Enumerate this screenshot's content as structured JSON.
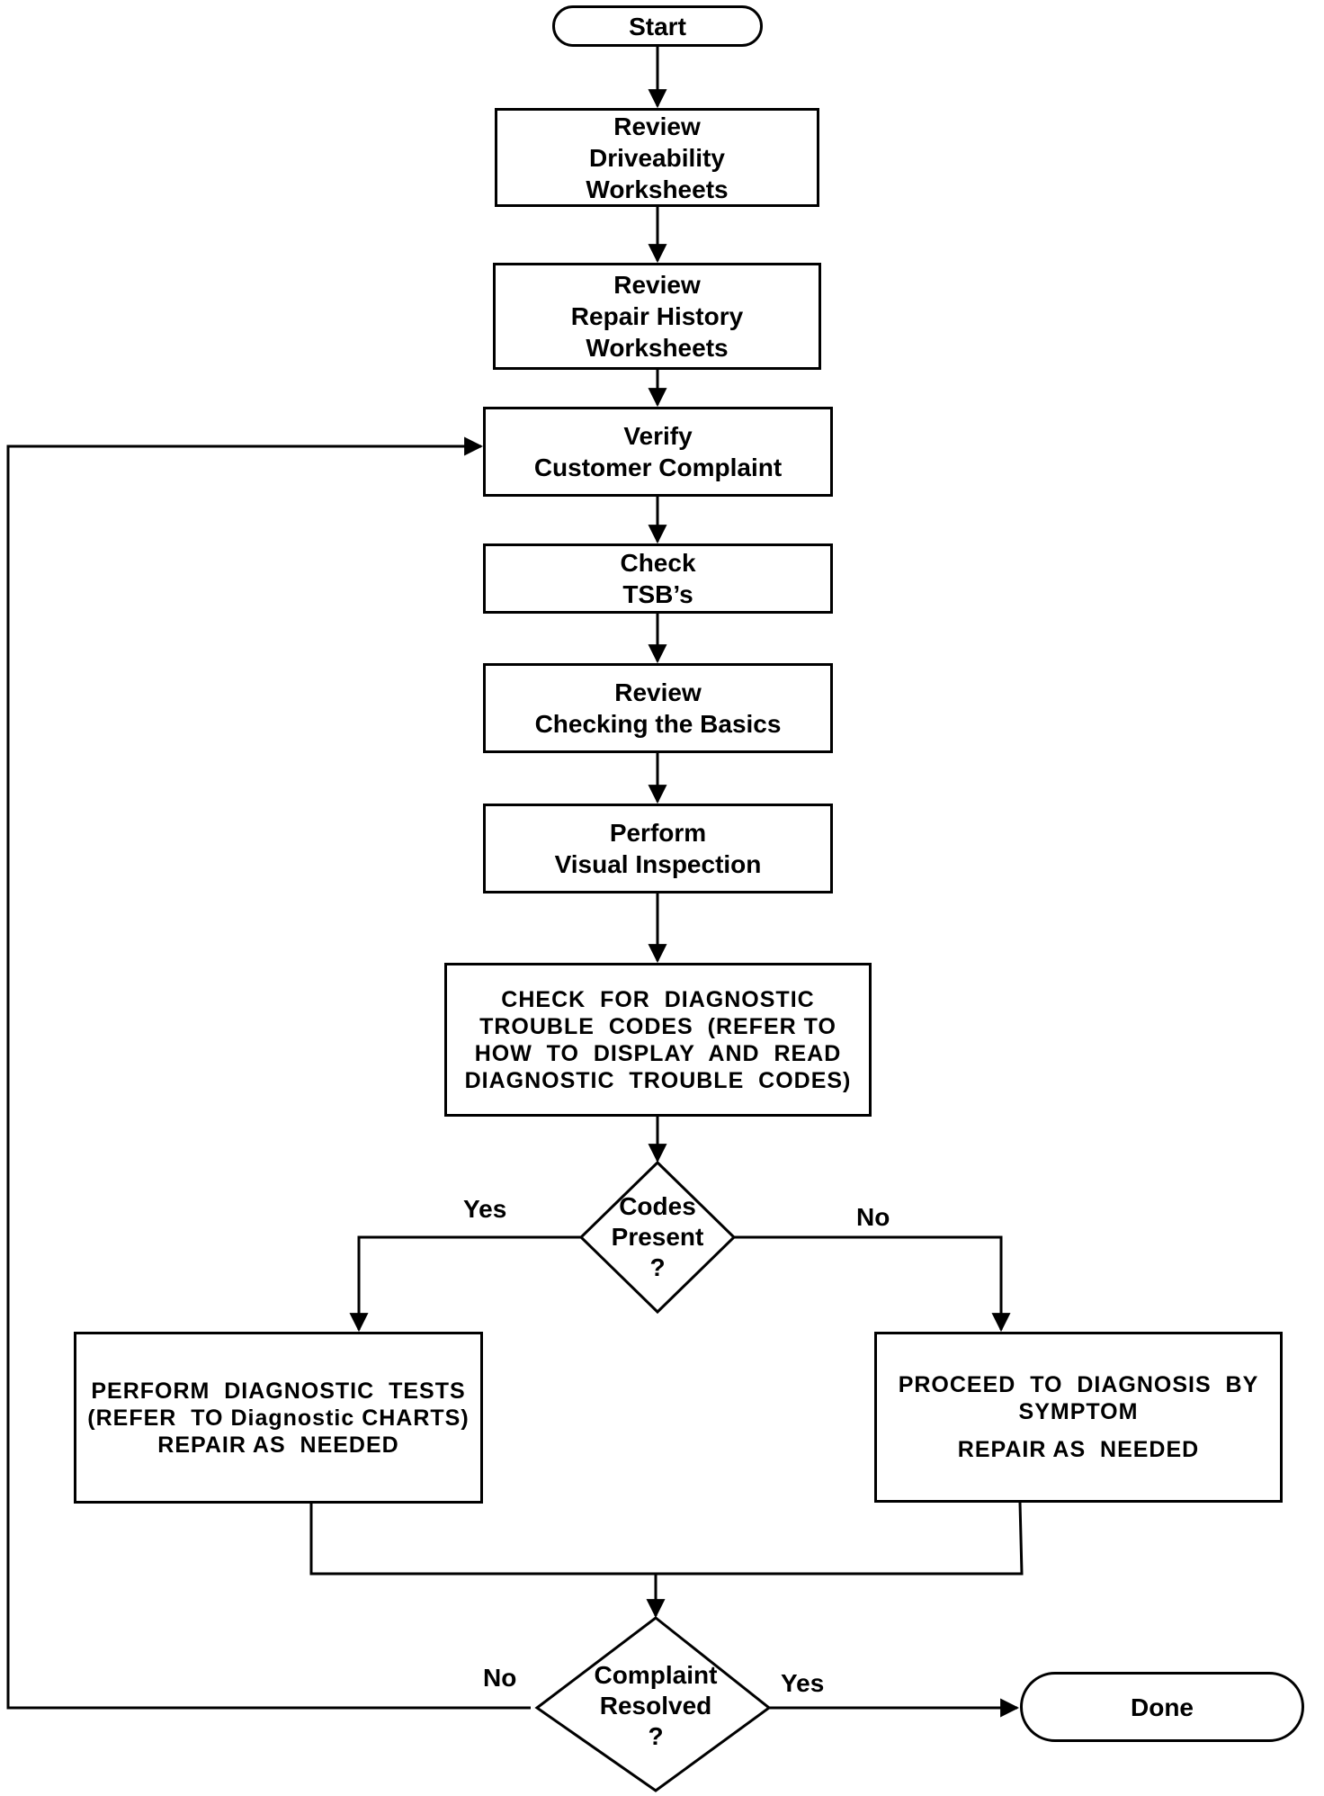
{
  "diagram": {
    "start": "Start",
    "review_driveability": [
      "Review",
      "Driveability",
      "Worksheets"
    ],
    "review_repair_history": [
      "Review",
      "Repair History",
      "Worksheets"
    ],
    "verify_complaint": [
      "Verify",
      "Customer Complaint"
    ],
    "check_tsbs": [
      "Check",
      "TSB’s"
    ],
    "review_basics": [
      "Review",
      "Checking the Basics"
    ],
    "visual_inspection": [
      "Perform",
      "Visual Inspection"
    ],
    "check_dtc": [
      "CHECK  FOR  DIAGNOSTIC",
      "TROUBLE  CODES  (REFER TO",
      "HOW  TO  DISPLAY  AND  READ",
      "DIAGNOSTIC  TROUBLE  CODES)"
    ],
    "codes_present": [
      "Codes",
      "Present",
      "?"
    ],
    "yes_label": "Yes",
    "no_label": "No",
    "perform_tests": [
      "PERFORM  DIAGNOSTIC  TESTS",
      "(REFER  TO Diagnostic CHARTS)",
      "REPAIR AS  NEEDED"
    ],
    "diagnosis_symptom": [
      "PROCEED  TO  DIAGNOSIS  BY",
      "SYMPTOM",
      "REPAIR AS  NEEDED"
    ],
    "complaint_resolved": [
      "Complaint",
      "Resolved",
      "?"
    ],
    "resolved_no_label": "No",
    "resolved_yes_label": "Yes",
    "done": "Done"
  }
}
